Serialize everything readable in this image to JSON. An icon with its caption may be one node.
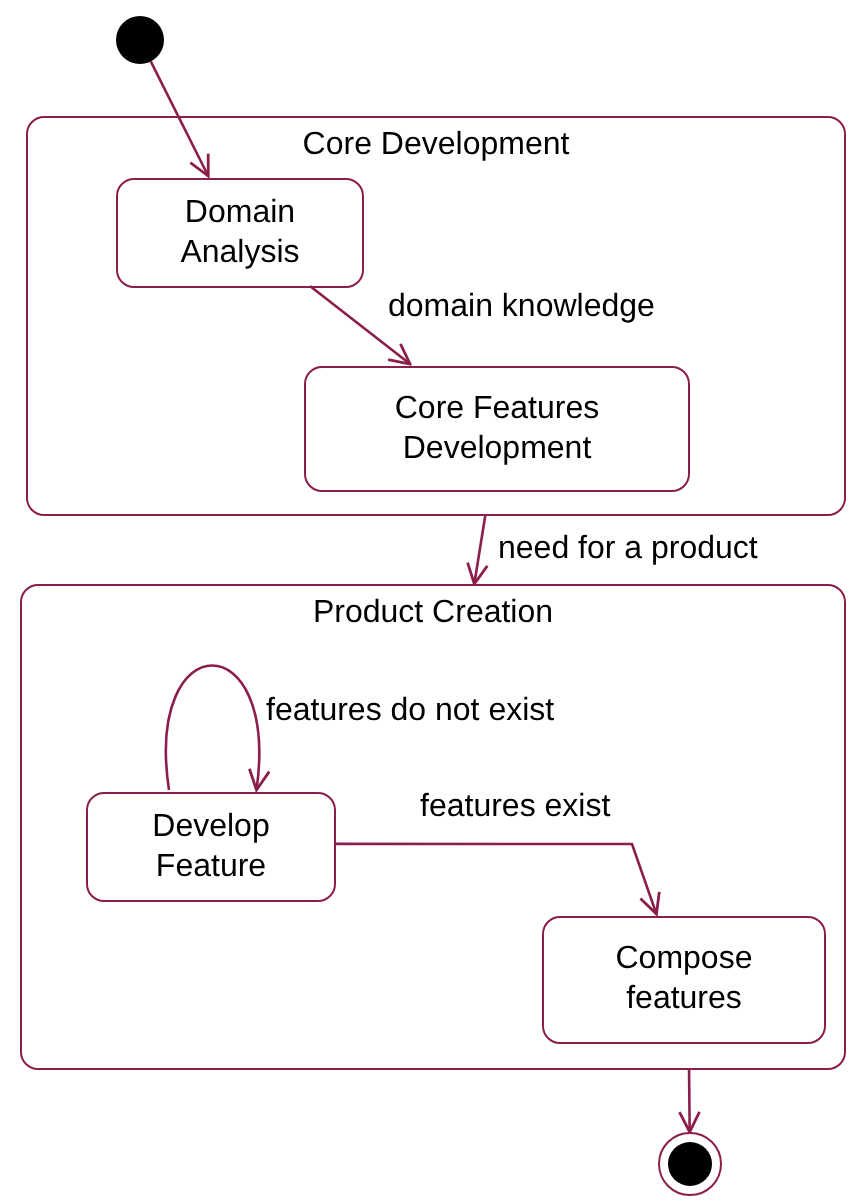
{
  "diagram": {
    "nodes": [
      {
        "text": [],
        "shape": "circle"
      },
      {
        "text": [
          "Core Development"
        ]
      },
      {
        "text": [
          "Domain Analysis"
        ],
        "in": 1
      },
      {
        "text": [
          "Core Features Development"
        ],
        "in": 1
      },
      {
        "text": [
          "Product Creation"
        ]
      },
      {
        "text": [
          "Develop Feature"
        ],
        "in": 4
      },
      {
        "text": [
          "Compose features"
        ],
        "in": 4
      },
      {
        "text": [],
        "shape": "circle"
      }
    ],
    "edges": [
      {
        "from": 0,
        "to": 2,
        "arrow": "to"
      },
      {
        "from": 2,
        "to": 3,
        "arrow": "to",
        "label": "domain knowledge"
      },
      {
        "from": 1,
        "to": 4,
        "arrow": "to",
        "label": "need for a product"
      },
      {
        "from": 5,
        "to": 5,
        "arrow": "to",
        "label": "features do not exist"
      },
      {
        "from": 5,
        "to": 6,
        "arrow": "to",
        "label": "features exist"
      },
      {
        "from": 4,
        "to": 7,
        "arrow": "to"
      }
    ]
  }
}
